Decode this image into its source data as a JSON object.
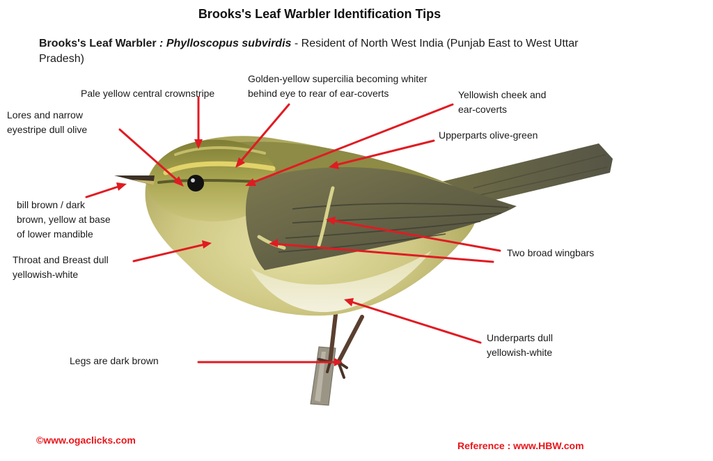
{
  "title": "Brooks's Leaf Warbler Identification Tips",
  "subtitle": {
    "common_name": "Brooks's Leaf Warbler",
    "separator": " : ",
    "scientific_name": "Phylloscopus subvirdis",
    "description": "  - Resident of North West India (Punjab East to West Uttar Pradesh)"
  },
  "labels": {
    "crownstripe": "Pale yellow central crownstripe",
    "supercilia_1": "Golden-yellow supercilia becoming whiter",
    "supercilia_2": "behind eye to rear of ear-coverts",
    "cheek_1": "Yellowish cheek and",
    "cheek_2": "ear-coverts",
    "lores_1": "Lores and narrow",
    "lores_2": "eyestripe dull olive",
    "upperparts": "Upperparts  olive-green",
    "bill_1": "bill brown / dark",
    "bill_2": "brown, yellow at base",
    "bill_3": "of lower mandible",
    "throat_1": "Throat and Breast dull",
    "throat_2": "yellowish-white",
    "wingbars": "Two broad wingbars",
    "underparts_1": "Underparts dull",
    "underparts_2": "yellowish-white",
    "legs": "Legs are dark brown"
  },
  "footer": {
    "copyright": "©www.ogaclicks.com",
    "reference": "Reference : www.HBW.com"
  },
  "colors": {
    "arrow": "#e01b22",
    "footer_text": "#e8161b"
  }
}
